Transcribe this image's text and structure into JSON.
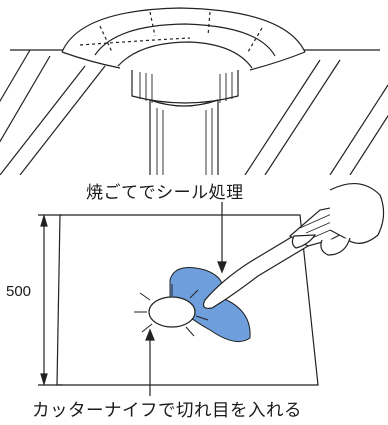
{
  "labels": {
    "top_caption": "焼ごてでシール処理",
    "bottom_caption": "カッターナイフで切れ目を入れる",
    "dimension": "500"
  },
  "colors": {
    "seal_fill": "#6f9edc",
    "line": "#222222"
  },
  "icons": {
    "top_view": "pipe-flange-on-slanted-roof",
    "tool": "soldering-iron-hand"
  }
}
